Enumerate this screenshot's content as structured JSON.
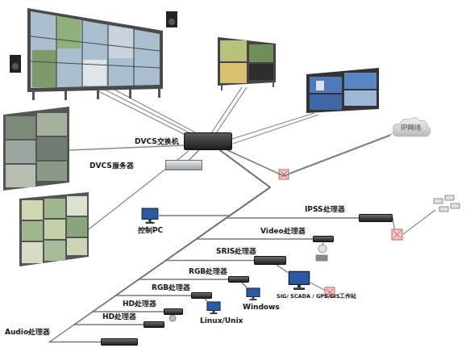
{
  "diagram": {
    "nodes": [
      {
        "text": [
          "DVCS交换机"
        ]
      },
      {
        "text": [
          "DVCS服务器"
        ]
      },
      {
        "text": [
          "IP网络"
        ]
      },
      {
        "text": [
          "控制PC"
        ]
      },
      {
        "text": [
          "IPSS处理器"
        ]
      },
      {
        "text": [
          "Video处理器"
        ]
      },
      {
        "text": [
          "SRIS处理器"
        ]
      },
      {
        "text": [
          "RGB处理器"
        ]
      },
      {
        "text": [
          "SIG/ SCADA / GPS/GIS工作站"
        ]
      },
      {
        "text": [
          "RGB处理器"
        ]
      },
      {
        "text": [
          "Windows"
        ]
      },
      {
        "text": [
          "HD处理器"
        ]
      },
      {
        "text": [
          "Linux/Unix"
        ]
      },
      {
        "text": [
          "HD处理器"
        ]
      },
      {
        "text": [
          "Audio处理器"
        ]
      }
    ],
    "edges": [
      {
        "from": 0,
        "to": 1,
        "arrow": "none"
      },
      {
        "from": 0,
        "to": 2,
        "arrow": "none"
      },
      {
        "from": 0,
        "to": 3,
        "arrow": "none"
      },
      {
        "from": 0,
        "to": 4,
        "arrow": "none"
      },
      {
        "from": 0,
        "to": 5,
        "arrow": "none"
      },
      {
        "from": 0,
        "to": 6,
        "arrow": "none"
      },
      {
        "from": 0,
        "to": 7,
        "arrow": "none"
      },
      {
        "from": 6,
        "to": 8,
        "arrow": "none"
      },
      {
        "from": 0,
        "to": 9,
        "arrow": "none"
      },
      {
        "from": 7,
        "to": 10,
        "arrow": "none"
      },
      {
        "from": 0,
        "to": 11,
        "arrow": "none"
      },
      {
        "from": 9,
        "to": 12,
        "arrow": "none"
      },
      {
        "from": 0,
        "to": 13,
        "arrow": "none"
      },
      {
        "from": 0,
        "to": 14,
        "arrow": "none"
      }
    ]
  }
}
